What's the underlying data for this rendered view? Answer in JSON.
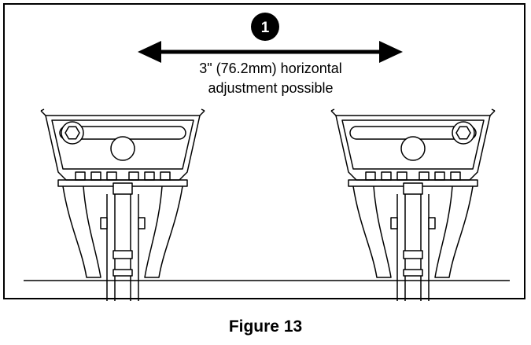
{
  "step_badge": "1",
  "annotation": {
    "line1": "3\" (76.2mm) horizontal",
    "line2": "adjustment possible"
  },
  "caption": "Figure 13",
  "colors": {
    "line": "#000000",
    "background": "#ffffff"
  },
  "icons": [
    "double-arrow-icon",
    "step-number-badge",
    "hex-bolt-icon"
  ]
}
